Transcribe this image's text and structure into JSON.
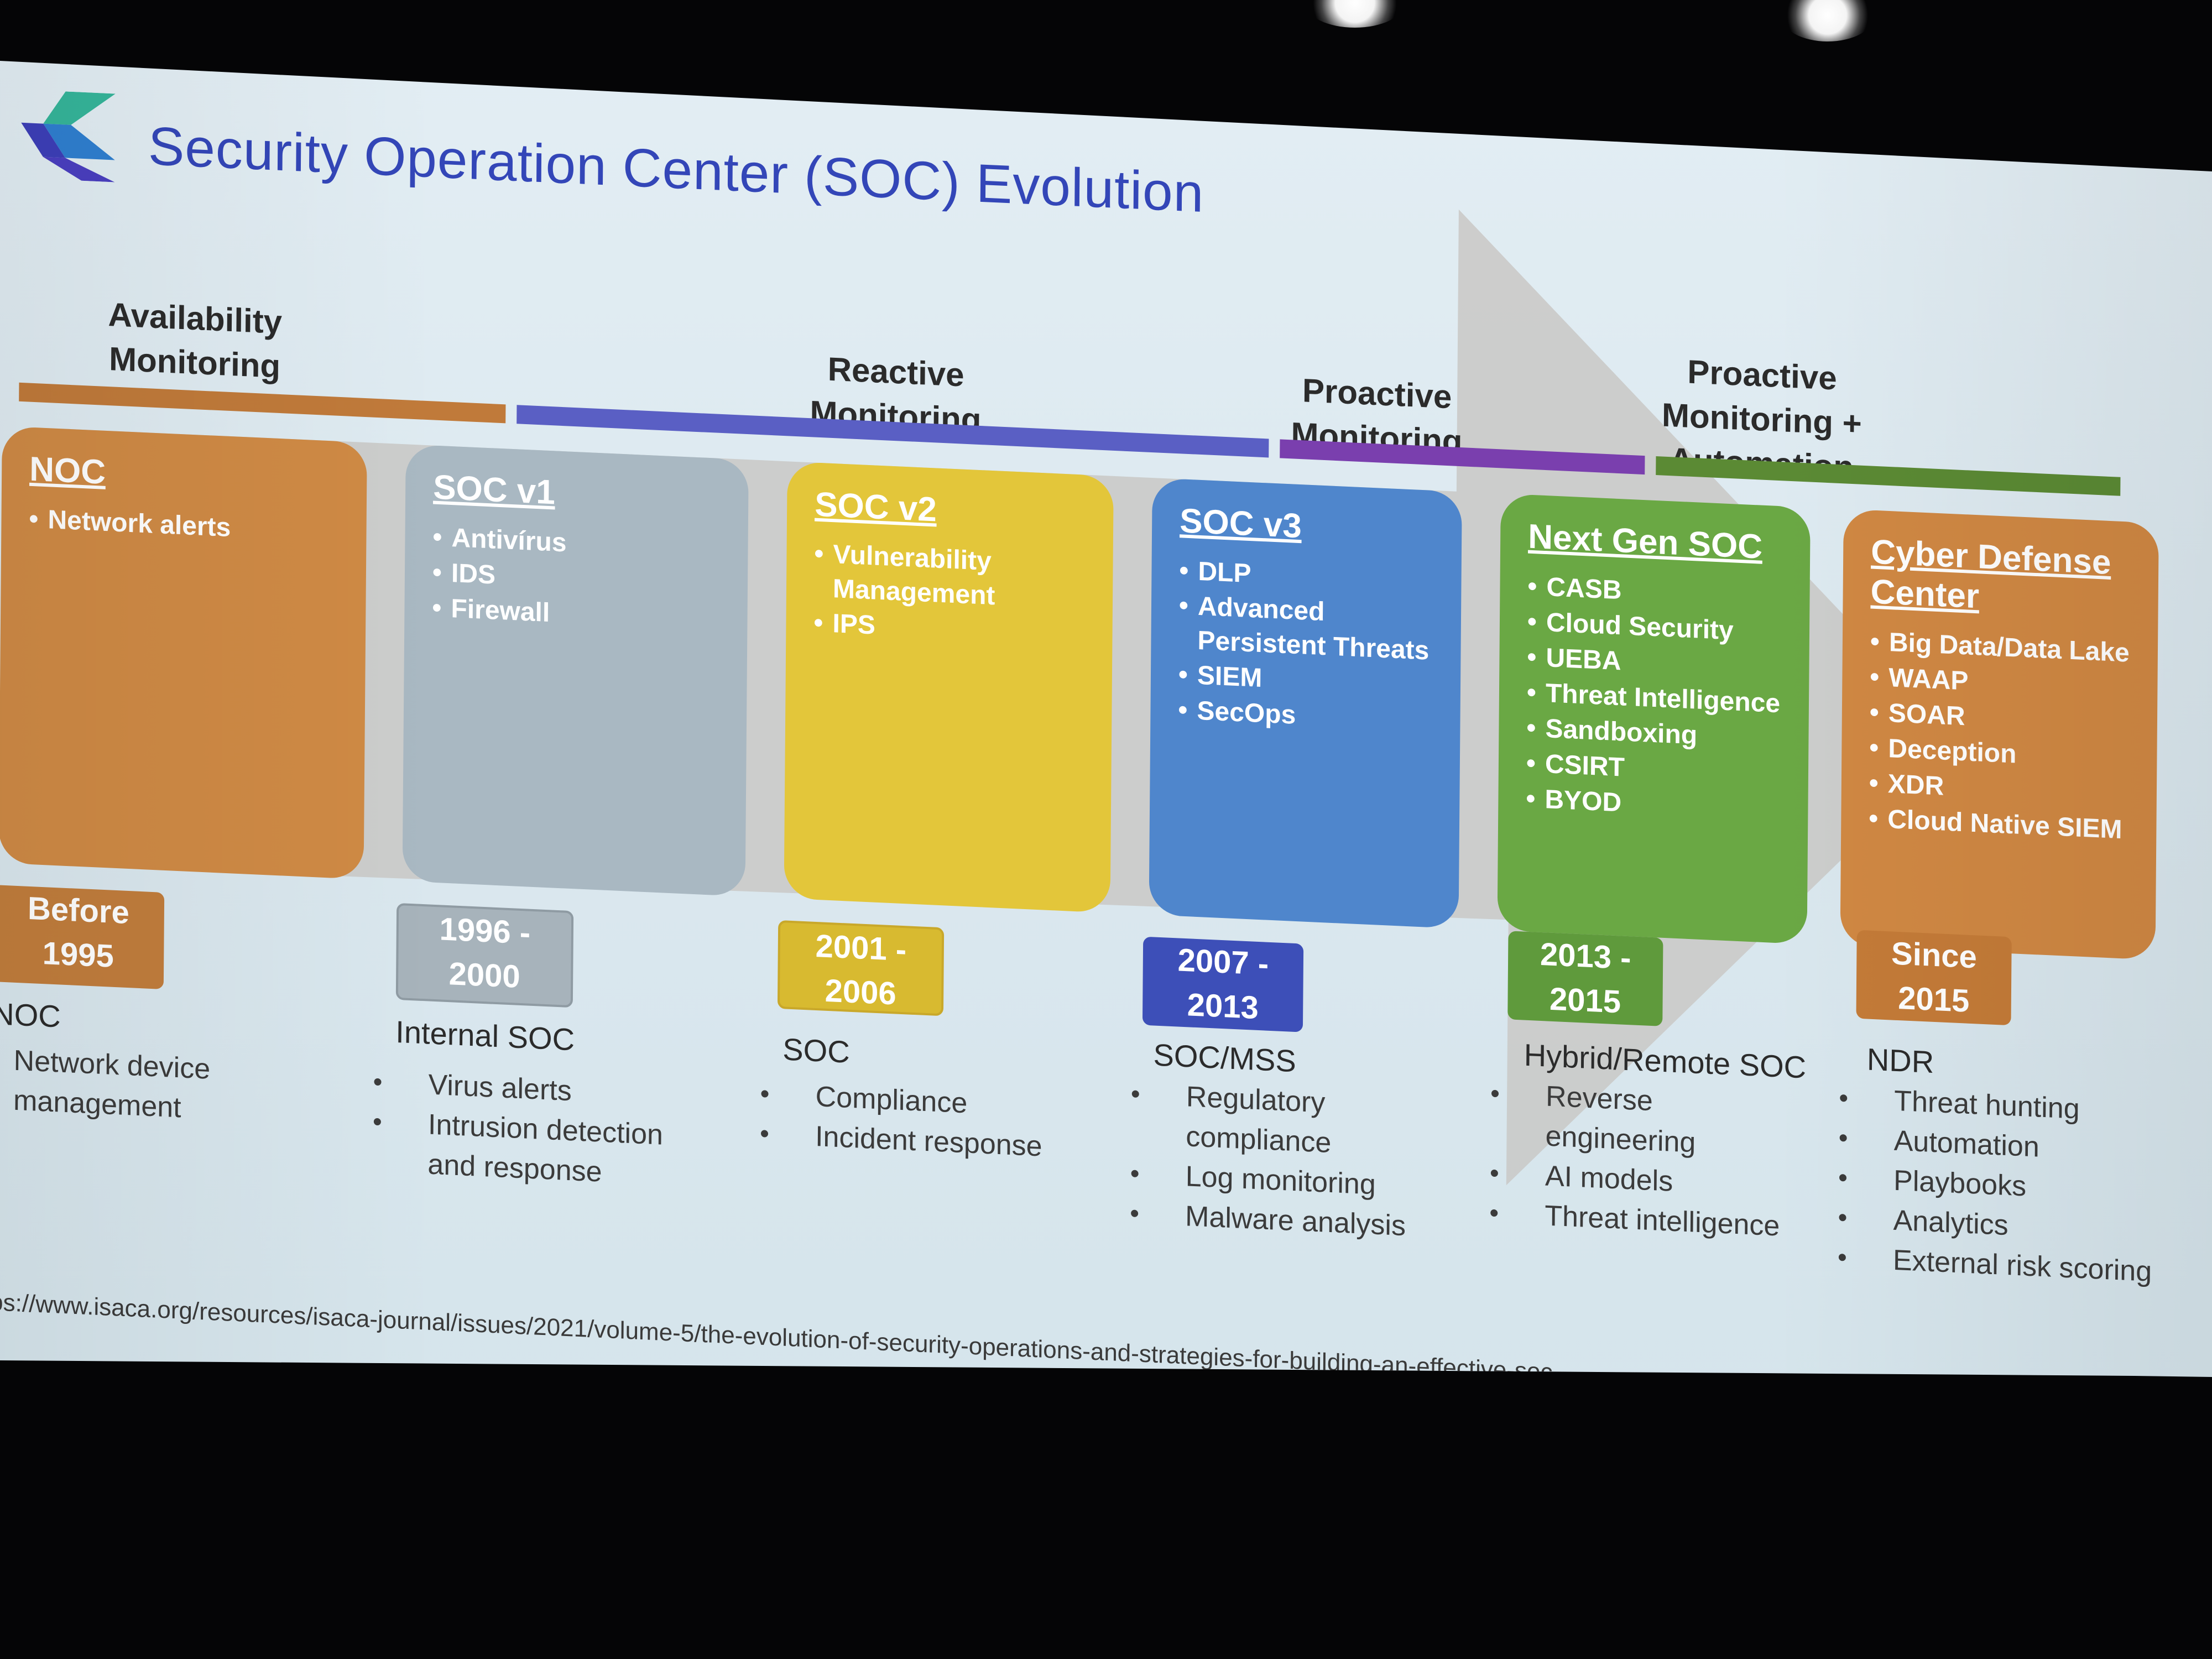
{
  "slide": {
    "title": "Security Operation Center (SOC) Evolution",
    "source_url": "ps://www.isaca.org/resources/isaca-journal/issues/2021/volume-5/the-evolution-of-security-operations-and-strategies-for-building-an-effective-soc"
  },
  "phases": [
    {
      "label": "Availability\nMonitoring",
      "color": "#c07a3a"
    },
    {
      "label": "Reactive\nMonitoring",
      "color": "#5a5fc4"
    },
    {
      "label": "Proactive\nMonitoring",
      "color": "#7a3fae"
    },
    {
      "label": "Proactive\nMonitoring +\nAutomation",
      "color": "#5b8a34"
    }
  ],
  "stages": [
    {
      "name": "NOC",
      "items": [
        "Network alerts"
      ],
      "period": "Before\n1995",
      "color": "#cf8a45",
      "date_color": "#c17d3c",
      "type": "NOC",
      "type_items": [
        "Network device",
        "management"
      ]
    },
    {
      "name": "SOC v1",
      "items": [
        "Antivírus",
        "IDS",
        "Firewall"
      ],
      "period": "1996 -\n2000",
      "color": "#a9b8c2",
      "date_color": "#a7b3bb",
      "type": "Internal SOC",
      "type_items": [
        "Virus alerts",
        "Intrusion detection\nand response"
      ]
    },
    {
      "name": "SOC v2",
      "items": [
        "Vulnerability\nManagement",
        "IPS"
      ],
      "period": "2001 -\n2006",
      "color": "#e3c63a",
      "date_color": "#d8ba30",
      "type": "SOC",
      "type_items": [
        "Compliance",
        "Incident response"
      ]
    },
    {
      "name": "SOC v3",
      "items": [
        "DLP",
        "Advanced\nPersistent Threats",
        "SIEM",
        "SecOps"
      ],
      "period": "2007 -\n2013",
      "color": "#4f86cc",
      "date_color": "#3d4fb8",
      "type": "SOC/MSS",
      "type_items": [
        "Regulatory\ncompliance",
        "Log monitoring",
        "Malware analysis"
      ]
    },
    {
      "name": "Next Gen SOC",
      "items": [
        "CASB",
        "Cloud Security",
        "UEBA",
        "Threat Intelligence",
        "Sandboxing",
        "CSIRT",
        "BYOD"
      ],
      "period": "2013 -\n2015",
      "color": "#6aa844",
      "date_color": "#5f9a3c",
      "type": "Hybrid/Remote SOC",
      "type_items": [
        "Reverse\nengineering",
        "AI models",
        "Threat intelligence"
      ]
    },
    {
      "name": "Cyber Defense\nCenter",
      "items": [
        "Big Data/Data Lake",
        "WAAP",
        "SOAR",
        "Deception",
        "XDR",
        "Cloud Native SIEM"
      ],
      "period": "Since\n2015",
      "color": "#d08843",
      "date_color": "#c47b38",
      "type": "NDR",
      "type_items": [
        "Threat hunting",
        "Automation",
        "Playbooks",
        "Analytics",
        "External risk scoring"
      ]
    }
  ]
}
